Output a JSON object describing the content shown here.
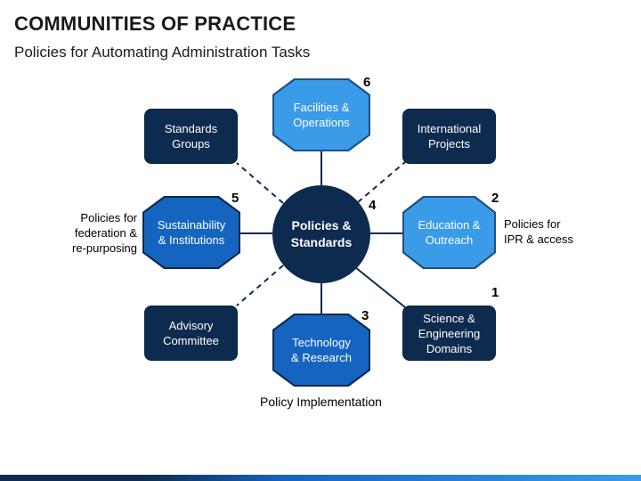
{
  "header": {
    "title": "COMMUNITIES OF PRACTICE",
    "subtitle": "Policies for Automating Administration Tasks"
  },
  "center": {
    "label": "Policies &\nStandards"
  },
  "nodes": {
    "facilities": {
      "label": "Facilities &\nOperations",
      "number": "6"
    },
    "standards_groups": {
      "label": "Standards\nGroups"
    },
    "international": {
      "label": "International\nProjects"
    },
    "sustainability": {
      "label": "Sustainability\n& Institutions",
      "number": "5"
    },
    "education": {
      "label": "Education &\nOutreach",
      "number": "2"
    },
    "advisory": {
      "label": "Advisory\nCommittee"
    },
    "technology": {
      "label": "Technology\n& Research",
      "number": "3"
    },
    "science": {
      "label": "Science &\nEngineering\nDomains",
      "number": "1"
    },
    "center_number": "4"
  },
  "notes": {
    "left": "Policies for\nfederation &\nre-purposing",
    "right": "Policies for\nIPR & access",
    "bottom": "Policy Implementation"
  },
  "colors": {
    "dark_navy": "#0d2b4e",
    "light_blue": "#3a9be8",
    "medium_blue": "#1565c0"
  }
}
